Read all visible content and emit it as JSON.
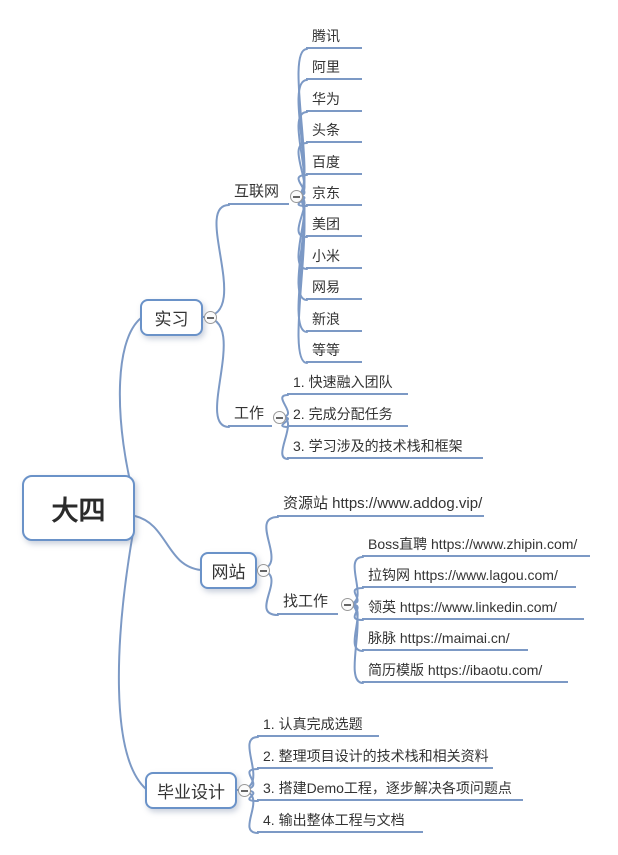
{
  "root": {
    "label": "大四"
  },
  "internship": {
    "label": "实习",
    "internet": {
      "label": "互联网",
      "companies": [
        "腾讯",
        "阿里",
        "华为",
        "头条",
        "百度",
        "京东",
        "美团",
        "小米",
        "网易",
        "新浪",
        "等等"
      ]
    },
    "work": {
      "label": "工作",
      "tasks": [
        "1. 快速融入团队",
        "2. 完成分配任务",
        "3. 学习涉及的技术栈和框架"
      ]
    }
  },
  "website": {
    "label": "网站",
    "resource_site": "资源站 https://www.addog.vip/",
    "job_hunting": {
      "label": "找工作",
      "sites": [
        "Boss直聘 https://www.zhipin.com/",
        "拉钩网 https://www.lagou.com/",
        "领英 https://www.linkedin.com/",
        "脉脉 https://maimai.cn/",
        "简历模版 https://ibaotu.com/"
      ]
    }
  },
  "graduation_design": {
    "label": "毕业设计",
    "steps": [
      "1. 认真完成选题",
      "2. 整理项目设计的技术栈和相关资料",
      "3. 搭建Demo工程，逐步解决各项问题点",
      "4. 输出整体工程与文档"
    ]
  },
  "colors": {
    "connector": "#7c99c5",
    "node_border": "#6a92c8",
    "text": "#333333"
  }
}
